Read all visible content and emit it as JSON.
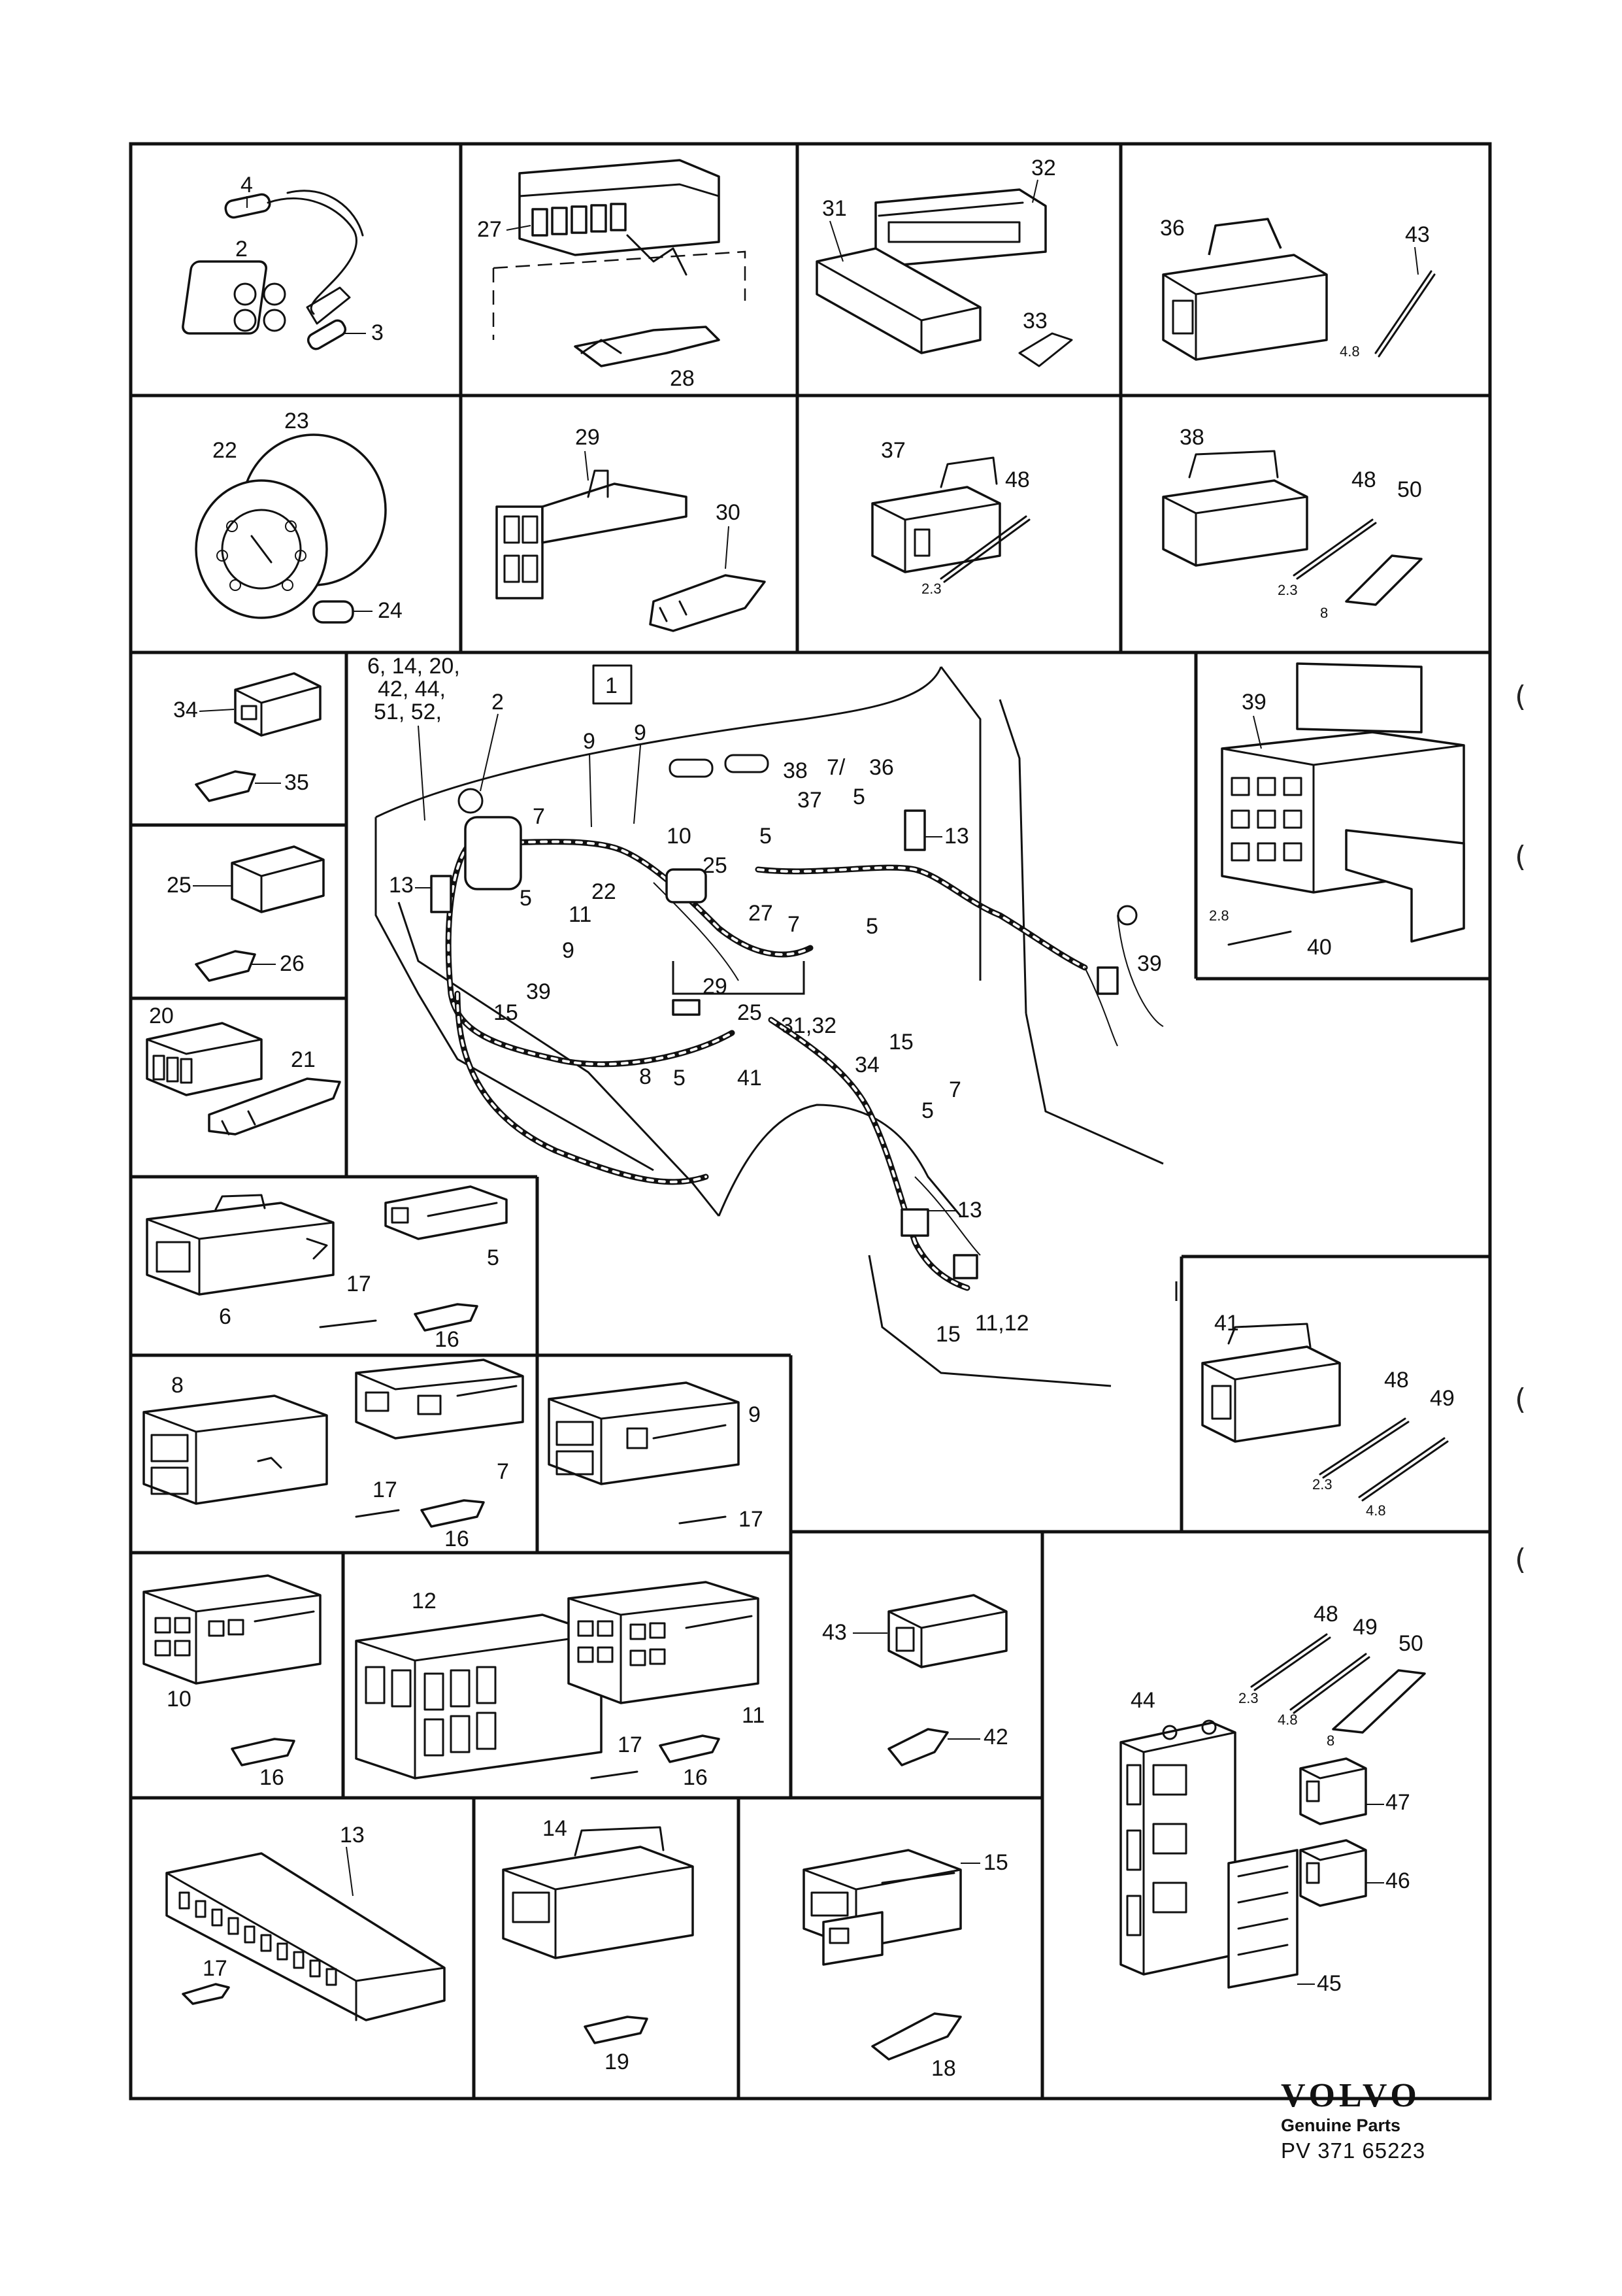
{
  "brand": {
    "logo": "VOLVO",
    "subtitle": "Genuine Parts",
    "code": "PV 371 65223"
  },
  "overview_label": "1",
  "overview_callouts": {
    "c1": "6, 14, 20,",
    "c2": "42, 44,",
    "c3": "51, 52,",
    "c4": "2",
    "c5": "9",
    "c6": "9",
    "c7": "38",
    "c8": "37",
    "c9": "7/",
    "c10": "5",
    "c11": "36",
    "c12": "5",
    "c13": "13",
    "c14": "7",
    "c15": "10",
    "c16": "13",
    "c17": "5",
    "c18": "22",
    "c19": "11",
    "c20": "25",
    "c21": "27",
    "c22": "7",
    "c23": "5",
    "c24": "9",
    "c25": "39",
    "c26": "39",
    "c27": "15",
    "c28": "29",
    "c29": "25",
    "c30": "31,32",
    "c31": "8",
    "c32": "5",
    "c33": "41",
    "c34": "34",
    "c35": "15",
    "c36": "5",
    "c37": "7",
    "c38": "13",
    "c39": "15",
    "c40": "11,12"
  },
  "panels": {
    "p1": {
      "a": "4",
      "b": "2",
      "c": "3"
    },
    "p2": {
      "a": "27",
      "b": "28"
    },
    "p3": {
      "a": "32",
      "b": "31",
      "c": "33"
    },
    "p4": {
      "a": "36",
      "b": "43",
      "c": "4.8"
    },
    "p5": {
      "a": "23",
      "b": "22",
      "c": "24"
    },
    "p6": {
      "a": "29",
      "b": "30"
    },
    "p7": {
      "a": "37",
      "b": "48",
      "c": "2.3"
    },
    "p8": {
      "a": "38",
      "b": "48",
      "c": "50",
      "d": "2.3",
      "e": "8"
    },
    "p9": {
      "a": "34",
      "b": "35"
    },
    "p10": {
      "a": "25",
      "b": "26"
    },
    "p11": {
      "a": "20",
      "b": "21"
    },
    "p12": {
      "a": "39",
      "b": "40",
      "c": "2.8"
    },
    "p13": {
      "a": "6",
      "b": "5",
      "c": "17",
      "d": "16"
    },
    "p14": {
      "a": "41",
      "b": "48",
      "c": "49",
      "d": "2.3",
      "e": "4.8"
    },
    "p15": {
      "a": "8",
      "b": "7",
      "c": "17",
      "d": "16"
    },
    "p16": {
      "a": "9",
      "b": "17"
    },
    "p17": {
      "a": "10",
      "b": "16"
    },
    "p18": {
      "a": "12",
      "b": "11",
      "c": "17",
      "d": "16"
    },
    "p19": {
      "a": "43",
      "b": "42"
    },
    "p20": {
      "a": "48",
      "b": "49",
      "c": "50",
      "d": "2.3",
      "e": "4.8",
      "f": "8",
      "g": "44",
      "h": "47",
      "i": "46",
      "j": "45"
    },
    "p21": {
      "a": "13",
      "b": "17"
    },
    "p22": {
      "a": "14",
      "b": "19"
    },
    "p23": {
      "a": "15",
      "b": "18"
    }
  },
  "margin_marks": [
    "(",
    "(",
    "(",
    "("
  ]
}
